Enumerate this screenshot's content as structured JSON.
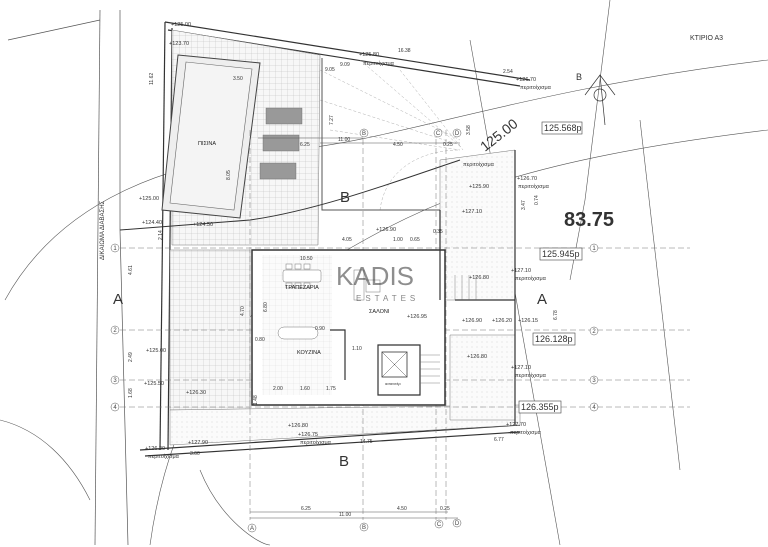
{
  "title": "ΚΤΙΡΙΟ Α3",
  "area_label": "83.75",
  "contour_label": "125.00",
  "watermark": {
    "main": "KADIS",
    "sub": "ESTATES"
  },
  "street_label": "ΔΙΚΑΙΩΜΑ ΔΙΑΒΑΣΗΣ",
  "rooms": {
    "pool": "ΠΙΣΙΝΑ",
    "dining": "ΤΡΑΠΕΖΑΡΙΑ",
    "living": "ΣΑΛΟΝΙ",
    "kitchen": "ΚΟΥΖΙΝΑ",
    "lift": "ασανσέρ"
  },
  "sections": {
    "a": "A",
    "b": "B"
  },
  "grid_rows": [
    "1",
    "2",
    "3",
    "4"
  ],
  "grid_cols": [
    "A",
    "B",
    "C",
    "D"
  ],
  "levels": [
    "125.568p",
    "125.945p",
    "126.128p",
    "126.355p"
  ],
  "ground_note": "περιτοίχισμα",
  "elevations": [
    "+125.00",
    "+123.70",
    "+125.80",
    "+126.70",
    "+125.00",
    "+124.40",
    "+124.50",
    "+126.90",
    "+127.10",
    "+126.70",
    "+125.90",
    "+126.95",
    "+126.80",
    "+127.10",
    "+126.90",
    "+126.20",
    "+126.15",
    "+126.80",
    "+127.10",
    "+125.00",
    "+125.50",
    "+126.30",
    "+126.80",
    "+126.75",
    "+127.70",
    "+127.90",
    "+126.20"
  ],
  "dimensions": [
    "16.38",
    "9.09",
    "9.05",
    "2.54",
    "3.50",
    "8.05",
    "6.25",
    "11.00",
    "4.50",
    "0.25",
    "7.27",
    "3.58",
    "11.62",
    "4.05",
    "1.00",
    "0.65",
    "0.35",
    "10.50",
    "6.80",
    "4.70",
    "0.90",
    "0.80",
    "1.10",
    "2.00",
    "1.60",
    "1.75",
    "14.75",
    "3.60",
    "4.61",
    "6.78",
    "2.49",
    "1.68",
    "3.47",
    "0.74",
    "6.77",
    "1.48",
    "2.14"
  ]
}
